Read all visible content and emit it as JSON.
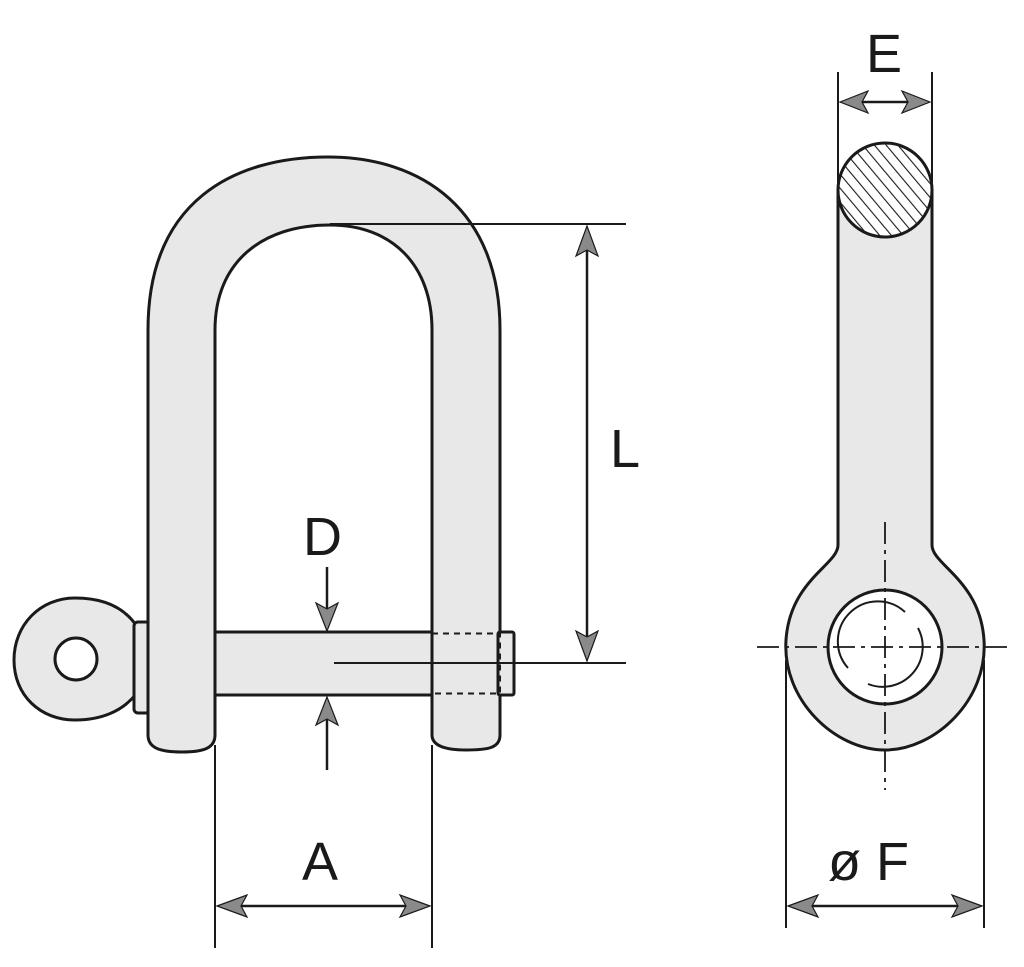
{
  "labels": {
    "E": "E",
    "L": "L",
    "D": "D",
    "A": "A",
    "F": "ø F"
  }
}
